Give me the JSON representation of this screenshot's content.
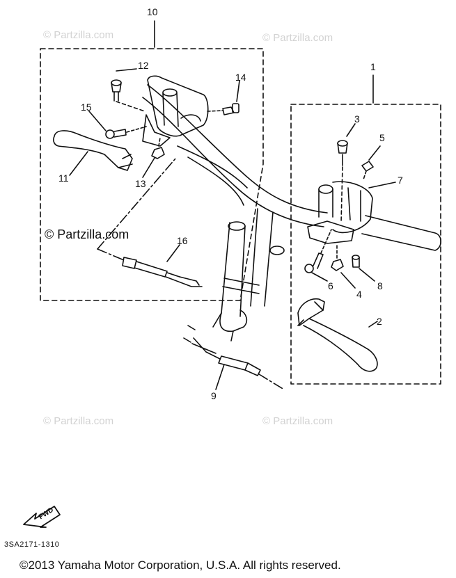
{
  "watermarks": {
    "faint": [
      "© Partzilla.com",
      "© Partzilla.com",
      "© Partzilla.com",
      "© Partzilla.com"
    ],
    "dark": "© Partzilla.com"
  },
  "callouts": {
    "c1": "1",
    "c2": "2",
    "c3": "3",
    "c4": "4",
    "c5": "5",
    "c6": "6",
    "c7": "7",
    "c8": "8",
    "c9": "9",
    "c10": "10",
    "c11": "11",
    "c12": "12",
    "c13": "13",
    "c14": "14",
    "c15": "15",
    "c16": "16"
  },
  "fwd_label": "FWD",
  "drawing_code": "3SA2171-1310",
  "copyright": "©2013  Yamaha Motor Corporation, U.S.A. All rights reserved.",
  "colors": {
    "ink": "#111111",
    "watermark": "#d2d2d2",
    "background": "#ffffff"
  }
}
